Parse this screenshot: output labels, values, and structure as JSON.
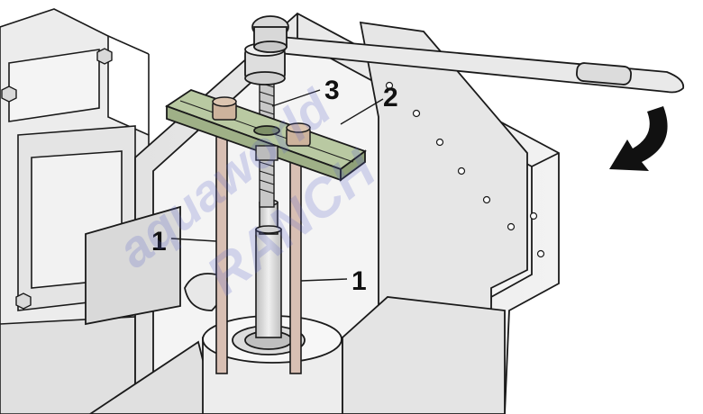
{
  "callouts": {
    "rod_left": "1",
    "rod_right": "1",
    "plate": "2",
    "bolt": "3"
  },
  "watermark": {
    "line1": "aquaworld",
    "line2": "RANCH"
  },
  "colors": {
    "line": "#1a1a1a",
    "housing_fill": "#ececec",
    "housing_shade": "#d4d4d4",
    "plate_fill": "#b9c9a2",
    "rod_fill": "#d8bfb3",
    "nut_fill": "#cdb39c",
    "arrow_fill": "#111111",
    "watermark": "#5b63c9"
  },
  "icons": {
    "rotation_arrow": "curved-arrow-clockwise-icon",
    "wrench": "socket-wrench-icon"
  }
}
